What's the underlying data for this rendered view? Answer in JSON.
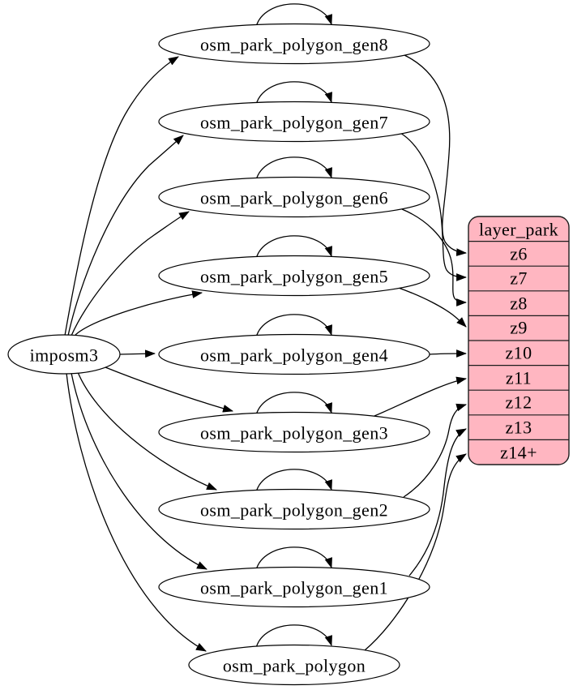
{
  "diagram": {
    "kind": "graphviz-digraph",
    "background_color": "#ffffff",
    "node_fill_color": "#ffffff",
    "edge_color": "#000000",
    "source_node": {
      "label": "imposm3"
    },
    "tables": [
      {
        "label": "osm_park_polygon_gen8",
        "self_loop": true,
        "feeds_zoom": "z6"
      },
      {
        "label": "osm_park_polygon_gen7",
        "self_loop": true,
        "feeds_zoom": "z7"
      },
      {
        "label": "osm_park_polygon_gen6",
        "self_loop": true,
        "feeds_zoom": "z8"
      },
      {
        "label": "osm_park_polygon_gen5",
        "self_loop": true,
        "feeds_zoom": "z9"
      },
      {
        "label": "osm_park_polygon_gen4",
        "self_loop": true,
        "feeds_zoom": "z10"
      },
      {
        "label": "osm_park_polygon_gen3",
        "self_loop": true,
        "feeds_zoom": "z11"
      },
      {
        "label": "osm_park_polygon_gen2",
        "self_loop": true,
        "feeds_zoom": "z12"
      },
      {
        "label": "osm_park_polygon_gen1",
        "self_loop": true,
        "feeds_zoom": "z13"
      },
      {
        "label": "osm_park_polygon",
        "self_loop": true,
        "feeds_zoom": "z14+"
      }
    ],
    "layer_record": {
      "header": "layer_park",
      "rows": [
        "z6",
        "z7",
        "z8",
        "z9",
        "z10",
        "z11",
        "z12",
        "z13",
        "z14+"
      ],
      "fill_color": "#ffb6c1",
      "stroke_color": "#1c1c1c"
    },
    "edges": [
      {
        "from": "imposm3",
        "to": "osm_park_polygon_gen8"
      },
      {
        "from": "imposm3",
        "to": "osm_park_polygon_gen7"
      },
      {
        "from": "imposm3",
        "to": "osm_park_polygon_gen6"
      },
      {
        "from": "imposm3",
        "to": "osm_park_polygon_gen5"
      },
      {
        "from": "imposm3",
        "to": "osm_park_polygon_gen4"
      },
      {
        "from": "imposm3",
        "to": "osm_park_polygon_gen3"
      },
      {
        "from": "imposm3",
        "to": "osm_park_polygon_gen2"
      },
      {
        "from": "imposm3",
        "to": "osm_park_polygon_gen1"
      },
      {
        "from": "imposm3",
        "to": "osm_park_polygon"
      },
      {
        "from": "osm_park_polygon_gen8",
        "to": "osm_park_polygon_gen8"
      },
      {
        "from": "osm_park_polygon_gen7",
        "to": "osm_park_polygon_gen7"
      },
      {
        "from": "osm_park_polygon_gen6",
        "to": "osm_park_polygon_gen6"
      },
      {
        "from": "osm_park_polygon_gen5",
        "to": "osm_park_polygon_gen5"
      },
      {
        "from": "osm_park_polygon_gen4",
        "to": "osm_park_polygon_gen4"
      },
      {
        "from": "osm_park_polygon_gen3",
        "to": "osm_park_polygon_gen3"
      },
      {
        "from": "osm_park_polygon_gen2",
        "to": "osm_park_polygon_gen2"
      },
      {
        "from": "osm_park_polygon_gen1",
        "to": "osm_park_polygon_gen1"
      },
      {
        "from": "osm_park_polygon",
        "to": "osm_park_polygon"
      },
      {
        "from": "osm_park_polygon_gen8",
        "to": "layer_park:z6"
      },
      {
        "from": "osm_park_polygon_gen7",
        "to": "layer_park:z7"
      },
      {
        "from": "osm_park_polygon_gen6",
        "to": "layer_park:z8"
      },
      {
        "from": "osm_park_polygon_gen5",
        "to": "layer_park:z9"
      },
      {
        "from": "osm_park_polygon_gen4",
        "to": "layer_park:z10"
      },
      {
        "from": "osm_park_polygon_gen3",
        "to": "layer_park:z11"
      },
      {
        "from": "osm_park_polygon_gen2",
        "to": "layer_park:z12"
      },
      {
        "from": "osm_park_polygon_gen1",
        "to": "layer_park:z13"
      },
      {
        "from": "osm_park_polygon",
        "to": "layer_park:z14+"
      }
    ]
  }
}
